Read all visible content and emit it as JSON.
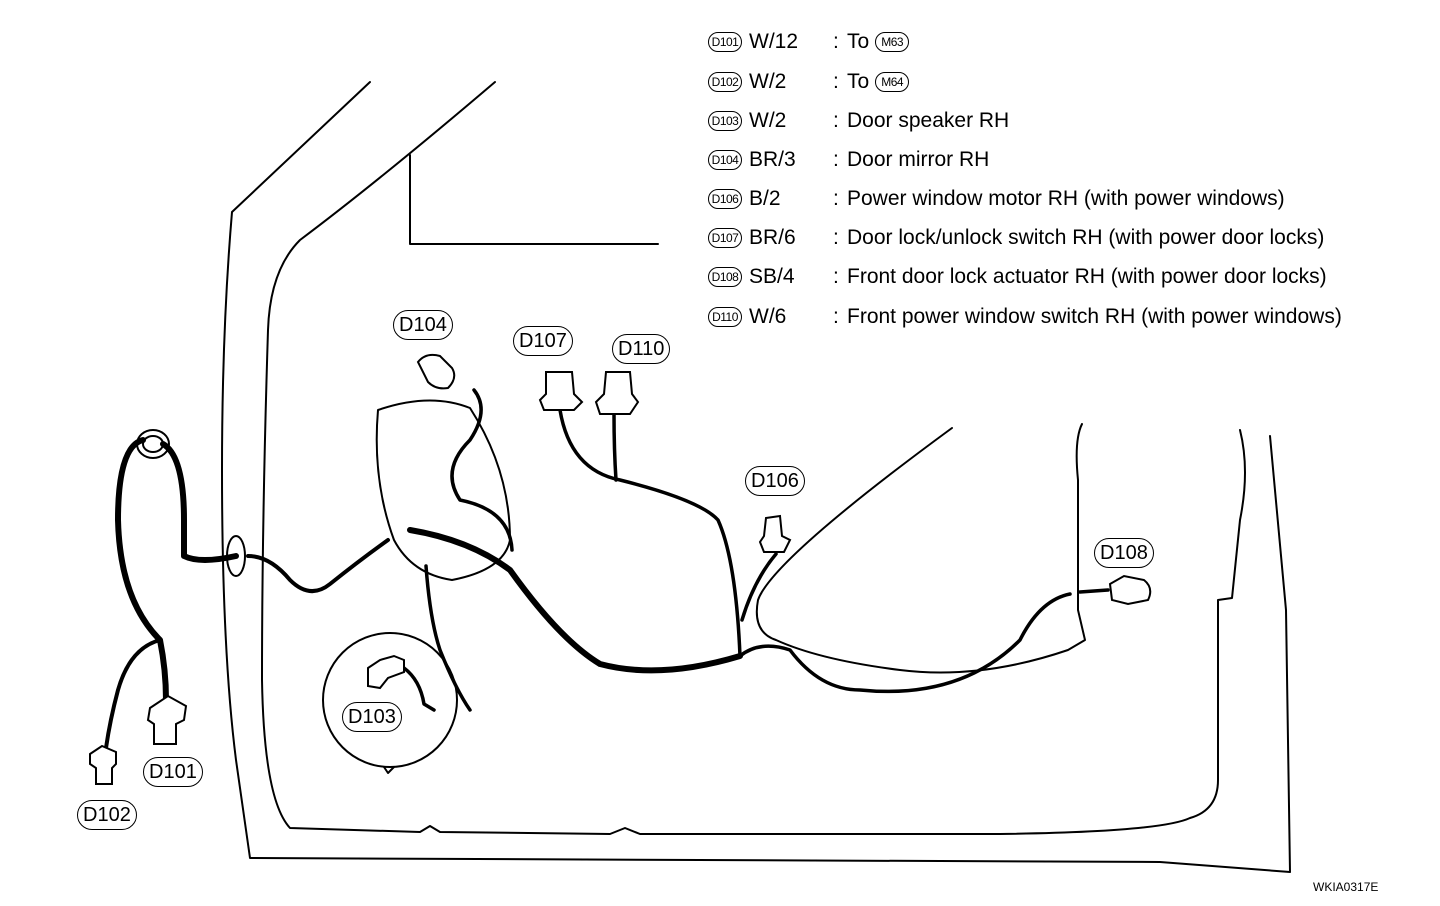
{
  "legend": [
    {
      "id": "D101",
      "wire": "W/12",
      "desc": "To",
      "ref": "M63"
    },
    {
      "id": "D102",
      "wire": "W/2",
      "desc": "To",
      "ref": "M64"
    },
    {
      "id": "D103",
      "wire": "W/2",
      "desc": "Door speaker RH",
      "ref": ""
    },
    {
      "id": "D104",
      "wire": "BR/3",
      "desc": "Door mirror RH",
      "ref": ""
    },
    {
      "id": "D106",
      "wire": "B/2",
      "desc": "Power window motor RH (with power windows)",
      "ref": ""
    },
    {
      "id": "D107",
      "wire": "BR/6",
      "desc": "Door lock/unlock switch RH (with power door locks)",
      "ref": ""
    },
    {
      "id": "D108",
      "wire": "SB/4",
      "desc": "Front door lock actuator RH (with power door locks)",
      "ref": ""
    },
    {
      "id": "D110",
      "wire": "W/6",
      "desc": "Front power window switch RH (with power windows)",
      "ref": ""
    }
  ],
  "callouts": {
    "d101": "D101",
    "d102": "D102",
    "d103": "D103",
    "d104": "D104",
    "d106": "D106",
    "d107": "D107",
    "d108": "D108",
    "d110": "D110"
  },
  "figure_code": "WKIA0317E"
}
